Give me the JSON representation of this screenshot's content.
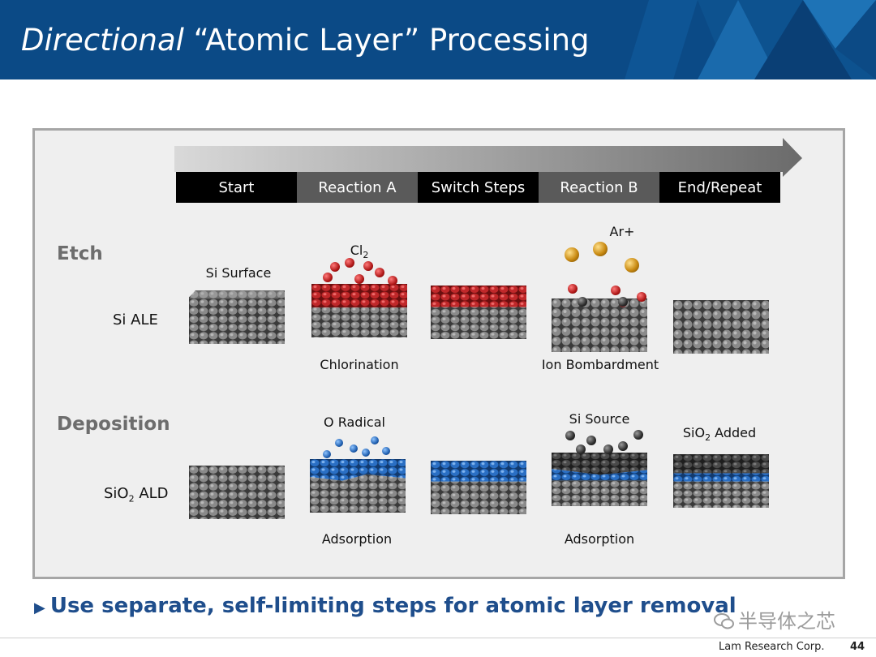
{
  "slide": {
    "title_italic": "Directional",
    "title_rest": " “Atomic Layer” Processing",
    "tagline": "Use separate, self-limiting steps for atomic layer removal",
    "tagline_marker": "▶",
    "watermark": "半导体之芯",
    "company": "Lam Research Corp.",
    "page_number": "44"
  },
  "steps": [
    "Start",
    "Reaction A",
    "Switch Steps",
    "Reaction B",
    "End/Repeat"
  ],
  "etch": {
    "section_label": "Etch",
    "row_label": "Si ALE",
    "captions": {
      "si_surface": "Si Surface",
      "cl2_base": "Cl",
      "cl2_sub": "2",
      "chlorination": "Chlorination",
      "ar_plus": "Ar+",
      "ion_bombardment": "Ion Bombardment"
    }
  },
  "deposition": {
    "section_label": "Deposition",
    "row_label_base": "SiO",
    "row_label_sub": "2",
    "row_label_rest": " ALD",
    "captions": {
      "o_radical": "O Radical",
      "adsorption_a": "Adsorption",
      "si_source": "Si Source",
      "adsorption_b": "Adsorption",
      "sio2_added_base": "SiO",
      "sio2_added_sub": "2",
      "sio2_added_rest": " Added"
    }
  },
  "colors": {
    "header_blue": "#0b4a86",
    "tagline_blue": "#1f4e8c",
    "chlorine_red": "#c0282a",
    "oxygen_blue": "#2a6fc4",
    "ion_gold": "#d49a1e",
    "silicon_gray": "#6a6a6a"
  },
  "icons": {
    "tagline_marker": "triangle-right-icon",
    "watermark_icon": "wechat-icon"
  }
}
